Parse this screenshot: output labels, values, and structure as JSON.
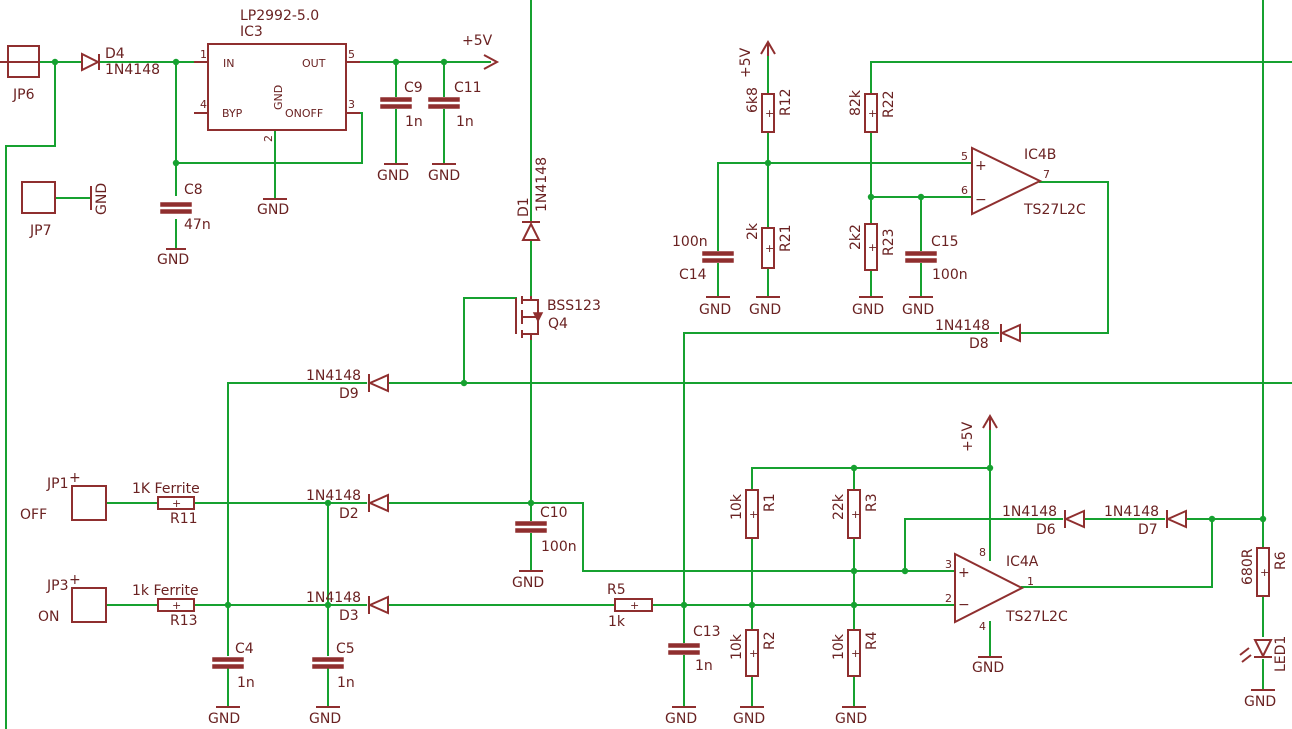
{
  "colors": {
    "wire": "#16a130",
    "symbol": "#8f2f2f",
    "text": "#6a2222",
    "background": "#ffffff"
  },
  "labels": {
    "ic3_value": "LP2992-5.0",
    "ic3_name": "IC3",
    "ic3_in": "IN",
    "ic3_out": "OUT",
    "ic3_byp": "BYP",
    "ic3_gnd": "GND",
    "ic3_onoff": "ONOFF",
    "pin1": "1",
    "pin2": "2",
    "pin3": "3",
    "pin4": "4",
    "pin5": "5",
    "pin6": "6",
    "pin7": "7",
    "pin8": "8",
    "plus5v": "+5V",
    "gnd": "GND",
    "jp6": "JP6",
    "jp7": "JP7",
    "jp1": "JP1",
    "jp3": "JP3",
    "off": "OFF",
    "on": "ON",
    "d4": "D4",
    "d4_val": "1N4148",
    "d1": "D1",
    "d1_val": "1N4148",
    "d9": "D9",
    "d9_val": "1N4148",
    "d2": "D2",
    "d2_val": "1N4148",
    "d3": "D3",
    "d3_val": "1N4148",
    "d8": "D8",
    "d8_val": "1N4148",
    "d6": "D6",
    "d6_val": "1N4148",
    "d7": "D7",
    "d7_val": "1N4148",
    "c8": "C8",
    "c8_val": "47n",
    "c9": "C9",
    "c9_val": "1n",
    "c11": "C11",
    "c11_val": "1n",
    "c14": "C14",
    "c14_val": "100n",
    "c15": "C15",
    "c15_val": "100n",
    "c10": "C10",
    "c10_val": "100n",
    "c13": "C13",
    "c13_val": "1n",
    "c4": "C4",
    "c4_val": "1n",
    "c5": "C5",
    "c5_val": "1n",
    "r12": "R12",
    "r12_val": "6k8",
    "r21": "R21",
    "r21_val": "2k",
    "r22": "R22",
    "r22_val": "82k",
    "r23": "R23",
    "r23_val": "2k2",
    "r1": "R1",
    "r1_val": "10k",
    "r2": "R2",
    "r2_val": "10k",
    "r3": "R3",
    "r3_val": "22k",
    "r4": "R4",
    "r4_val": "10k",
    "r5": "R5",
    "r5_val": "1k",
    "r6": "R6",
    "r6_val": "680R",
    "r11": "R11",
    "r11_val": "1K Ferrite",
    "r13": "R13",
    "r13_val": "1k Ferrite",
    "q4": "Q4",
    "q4_val": "BSS123",
    "ic4a": "IC4A",
    "ic4b": "IC4B",
    "ts": "TS27L2C",
    "led1": "LED1",
    "plus": "+",
    "minus": "−"
  }
}
